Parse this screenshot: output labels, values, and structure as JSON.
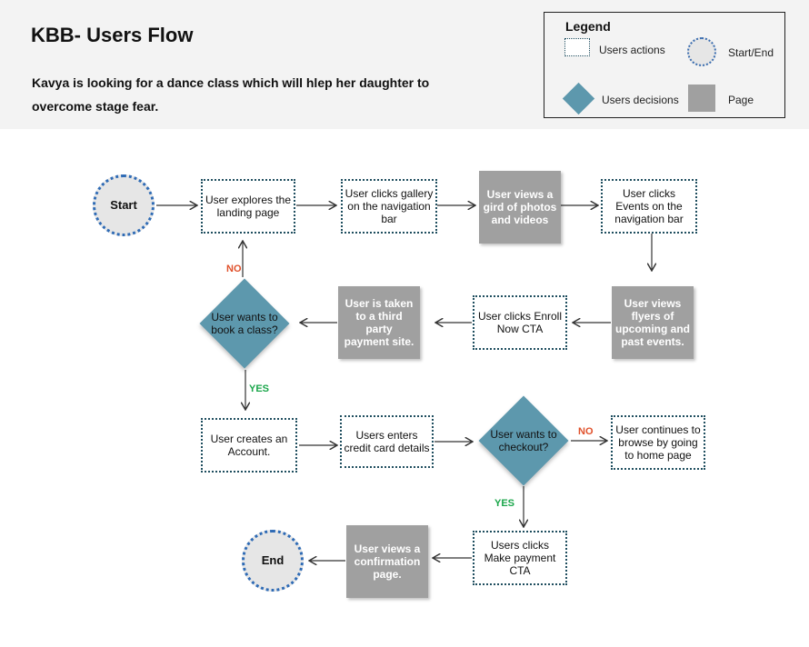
{
  "header": {
    "title": "KBB- Users Flow",
    "subtitle": "Kavya is looking for a dance class which will hlep her daughter to overcome stage fear."
  },
  "legend": {
    "title": "Legend",
    "users_actions": "Users actions",
    "start_end": "Start/End",
    "users_decisions": "Users decisions",
    "page": "Page"
  },
  "nodes": {
    "start": "Start",
    "explores": "User explores the landing page",
    "gallery": "User clicks gallery on the navigation bar",
    "grid": "User views a gird of photos and videos",
    "events": "User clicks Events on the navigation bar",
    "flyers": "User views flyers of upcoming and past events.",
    "enroll": "User clicks Enroll Now CTA",
    "third_party": "User is taken to a third party payment site.",
    "book": "User wants to book a class?",
    "account": "User creates an Account.",
    "credit": "Users enters credit card details",
    "checkout": "User wants to checkout?",
    "browse": "User continues to browse by going to home page",
    "make_payment": "Users clicks Make payment CTA",
    "confirmation": "User views a confirmation page.",
    "end": "End"
  },
  "labels": {
    "book_no": "NO",
    "book_yes": "YES",
    "checkout_no": "NO",
    "checkout_yes": "YES"
  },
  "colors": {
    "page_fill": "#a0a0a0",
    "decision_fill": "#5d98ad",
    "action_border": "#1f4e5f",
    "circle_border": "#2f6bb5",
    "no_label": "#e0502a",
    "yes_label": "#1aa64a"
  }
}
